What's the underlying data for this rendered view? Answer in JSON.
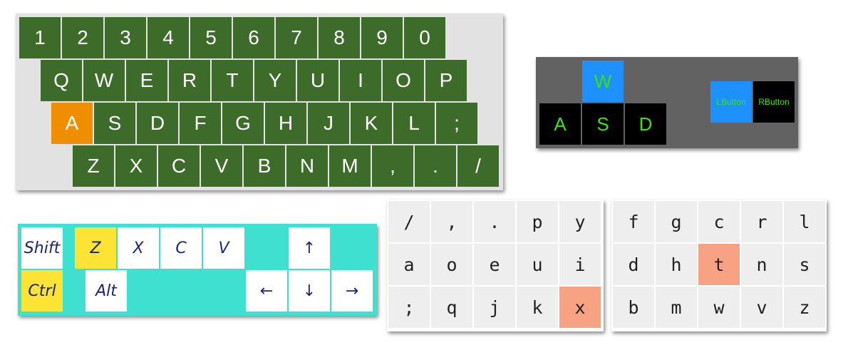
{
  "colors": {
    "green_key": "#3d6b2a",
    "orange_highlight": "#ee8e00",
    "gray_panel": "#626262",
    "gaming_text_green": "#39e600",
    "blue_key": "#1e90ff",
    "teal_panel": "#40e0d0",
    "yellow_key": "#fde434",
    "salmon_highlight": "#f7a383"
  },
  "keyboard_green": {
    "rows": [
      [
        "1",
        "2",
        "3",
        "4",
        "5",
        "6",
        "7",
        "8",
        "9",
        "0"
      ],
      [
        "Q",
        "W",
        "E",
        "R",
        "T",
        "Y",
        "U",
        "I",
        "O",
        "P"
      ],
      [
        "A",
        "S",
        "D",
        "F",
        "G",
        "H",
        "J",
        "K",
        "L",
        ";"
      ],
      [
        "Z",
        "X",
        "C",
        "V",
        "B",
        "N",
        "M",
        ",",
        ".",
        "/"
      ]
    ],
    "active_key": "A"
  },
  "gaming_panel": {
    "keys": [
      "W",
      "A",
      "S",
      "D"
    ],
    "mouse_buttons": [
      "LButton",
      "RButton"
    ]
  },
  "modifier_panel": {
    "shift": "Shift",
    "z": "Z",
    "x": "X",
    "c": "C",
    "v": "V",
    "ctrl": "Ctrl",
    "alt": "Alt",
    "up": "↑",
    "left": "←",
    "down": "↓",
    "right": "→"
  },
  "grid_left": {
    "rows": [
      [
        "/",
        ",",
        ".",
        "p",
        "y"
      ],
      [
        "a",
        "o",
        "e",
        "u",
        "i"
      ],
      [
        ";",
        "q",
        "j",
        "k",
        "x"
      ]
    ],
    "highlighted": "x"
  },
  "grid_right": {
    "rows": [
      [
        "f",
        "g",
        "c",
        "r",
        "l"
      ],
      [
        "d",
        "h",
        "t",
        "n",
        "s"
      ],
      [
        "b",
        "m",
        "w",
        "v",
        "z"
      ]
    ],
    "highlighted": "t"
  }
}
